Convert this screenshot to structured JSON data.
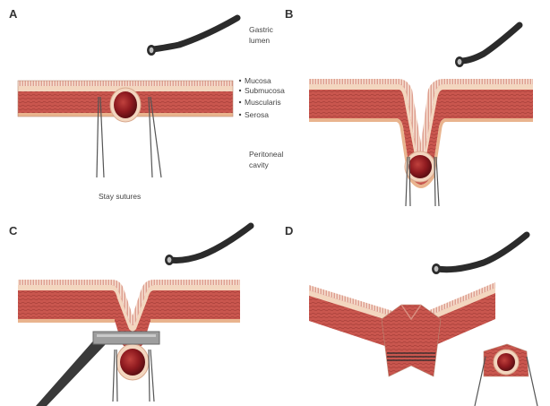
{
  "panels": {
    "a": {
      "letter": "A"
    },
    "b": {
      "letter": "B"
    },
    "c": {
      "letter": "C"
    },
    "d": {
      "letter": "D"
    }
  },
  "labels": {
    "gastric_lumen_line1": "Gastric",
    "gastric_lumen_line2": "lumen",
    "mucosa": "Mucosa",
    "submucosa": "Submucosa",
    "muscularis": "Muscularis",
    "serosa": "Serosa",
    "peritoneal_line1": "Peritoneal",
    "peritoneal_line2": "cavity",
    "stay_sutures": "Stay sutures"
  },
  "colors": {
    "mucosa_fringe": "#e8a99a",
    "submucosa": "#f3d6bf",
    "muscularis": "#c9564e",
    "muscle_stripe": "#a8403a",
    "serosa": "#e9b48e",
    "tumor": "#8e1a1f",
    "tumor_highlight": "#b33a38",
    "endoscope": "#2b2b2b",
    "snare": "#5a5a5a",
    "suture": "#555555"
  }
}
